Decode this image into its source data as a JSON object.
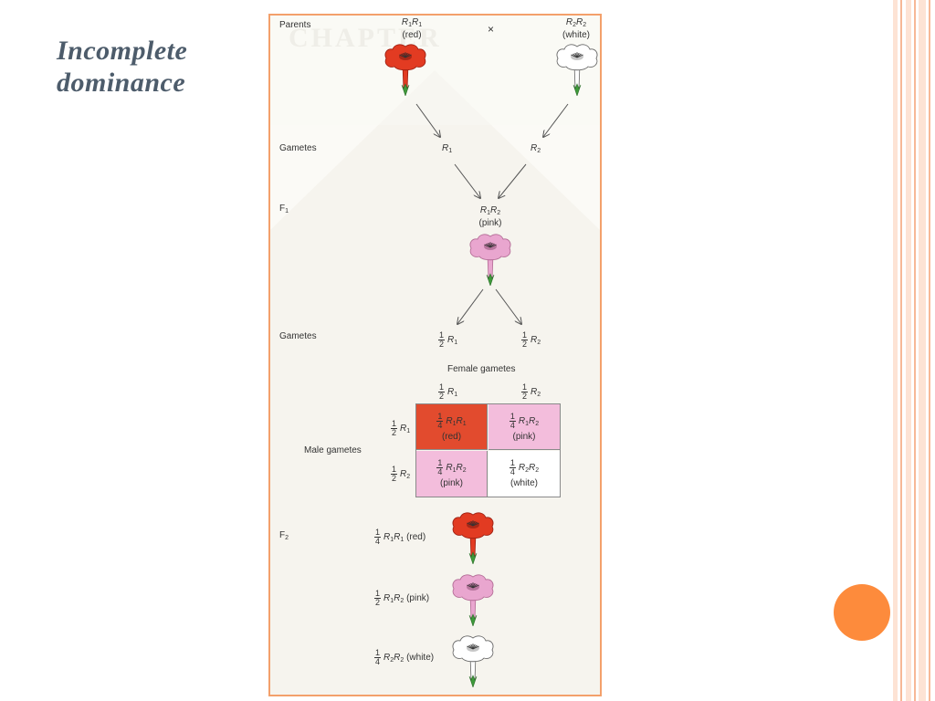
{
  "slide": {
    "title": "Incomplete dominance"
  },
  "colors": {
    "accent_orange": "#fd8b3c",
    "panel_border": "#f3a06b",
    "red_flower": "#e23b22",
    "pink_flower": "#e9a6cf",
    "red_cell": "#e24b2e",
    "pink_cell": "#f3bddc",
    "title_text": "#4d5c6b"
  },
  "diagram": {
    "parents": {
      "label": "Parents",
      "left": {
        "genotype": [
          "R",
          "1",
          "R",
          "1"
        ],
        "phenotype": "(red)",
        "flower": "red-flower-icon"
      },
      "cross": "×",
      "right": {
        "genotype": [
          "R",
          "2",
          "R",
          "2"
        ],
        "phenotype": "(white)",
        "flower": "white-flower-icon"
      }
    },
    "gametes1": {
      "label": "Gametes",
      "left": [
        "R",
        "1"
      ],
      "right": [
        "R",
        "2"
      ]
    },
    "f1": {
      "label": "F",
      "label_sub": "1",
      "genotype": [
        "R",
        "1",
        "R",
        "2"
      ],
      "phenotype": "(pink)",
      "flower": "pink-flower-icon"
    },
    "gametes2": {
      "label": "Gametes",
      "left": {
        "num": "1",
        "den": "2",
        "allele": [
          "R",
          "1"
        ]
      },
      "right": {
        "num": "1",
        "den": "2",
        "allele": [
          "R",
          "2"
        ]
      }
    },
    "punnett": {
      "female_label": "Female gametes",
      "male_label": "Male gametes",
      "columns": [
        {
          "num": "1",
          "den": "2",
          "allele": [
            "R",
            "1"
          ]
        },
        {
          "num": "1",
          "den": "2",
          "allele": [
            "R",
            "2"
          ]
        }
      ],
      "rows": [
        {
          "num": "1",
          "den": "2",
          "allele": [
            "R",
            "1"
          ]
        },
        {
          "num": "1",
          "den": "2",
          "allele": [
            "R",
            "2"
          ]
        }
      ],
      "cells": [
        {
          "num": "1",
          "den": "4",
          "genotype": [
            "R",
            "1",
            "R",
            "1"
          ],
          "phenotype": "(red)",
          "fill": "#e24b2e"
        },
        {
          "num": "1",
          "den": "4",
          "genotype": [
            "R",
            "1",
            "R",
            "2"
          ],
          "phenotype": "(pink)",
          "fill": "#f3bddc"
        },
        {
          "num": "1",
          "den": "4",
          "genotype": [
            "R",
            "1",
            "R",
            "2"
          ],
          "phenotype": "(pink)",
          "fill": "#f3bddc"
        },
        {
          "num": "1",
          "den": "4",
          "genotype": [
            "R",
            "2",
            "R",
            "2"
          ],
          "phenotype": "(white)",
          "fill": "#ffffff"
        }
      ]
    },
    "f2": {
      "label": "F",
      "label_sub": "2",
      "items": [
        {
          "num": "1",
          "den": "4",
          "genotype": [
            "R",
            "1",
            "R",
            "1"
          ],
          "phenotype": "(red)",
          "flower": "red-flower-icon"
        },
        {
          "num": "1",
          "den": "2",
          "genotype": [
            "R",
            "1",
            "R",
            "2"
          ],
          "phenotype": "(pink)",
          "flower": "pink-flower-icon"
        },
        {
          "num": "1",
          "den": "4",
          "genotype": [
            "R",
            "2",
            "R",
            "2"
          ],
          "phenotype": "(white)",
          "flower": "white-flower-icon"
        }
      ]
    }
  }
}
